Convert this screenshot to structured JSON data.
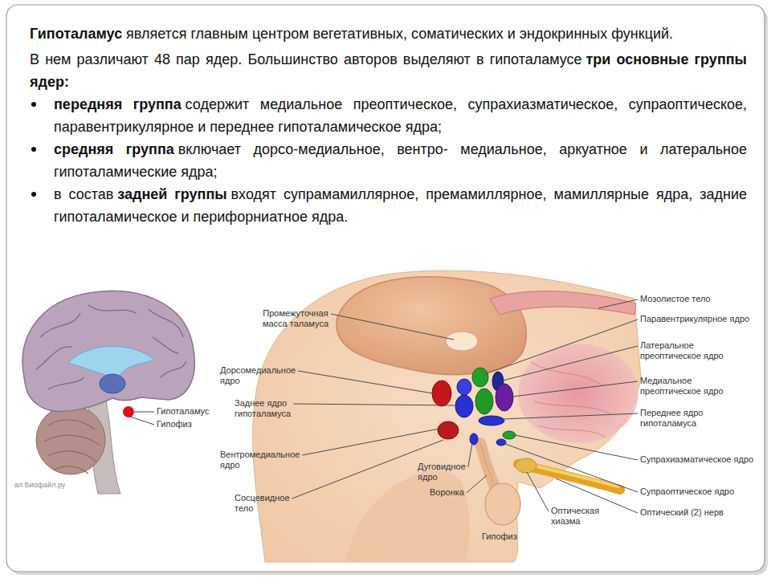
{
  "diagram": {
    "labels": [
      "Гипоталамус",
      "является главным центром вегетативных, соматических и эндокринных функций.",
      "В нем различают 48 пар ядер. Большинство авторов выделяют в гипоталамусе",
      "три основные группы ядер:",
      "передняя группа",
      "содержит медиальное преоптическое, супрахиазматическое, супраоптическое, паравентрикулярное и переднее гипоталамическое ядра;",
      "средняя группа",
      "включает дорсо-медиальное, вентро- медиальное, аркуатное и латеральное гипоталамические ядра;",
      "в состав",
      "задней группы",
      "входят супрамамиллярное, премамиллярное, мамиллярные ядра, задние гипоталамическое и перифорниатное ядра.",
      "Гипоталамус",
      "Гипофиз",
      "ал Биофайл.ру",
      "Промежуточная масса таламуса",
      "Дорсомедиальное ядро",
      "Заднее ядро гипоталамуса",
      "Вентромедиальное ядро",
      "Сосцевидное тело",
      "Дуговидное ядро",
      "Воронка",
      "Гипофиз",
      "Оптическая хиазма",
      "Мозолистое тело",
      "Паравентрикулярное ядро",
      "Латеральное преоптическое ядро",
      "Медиальное преоптическое ядро",
      "Переднее ядро гипоталамуса",
      "Супрахиазматическое ядро",
      "Супраоптическое ядро",
      "Оптический (2) нерв"
    ]
  }
}
